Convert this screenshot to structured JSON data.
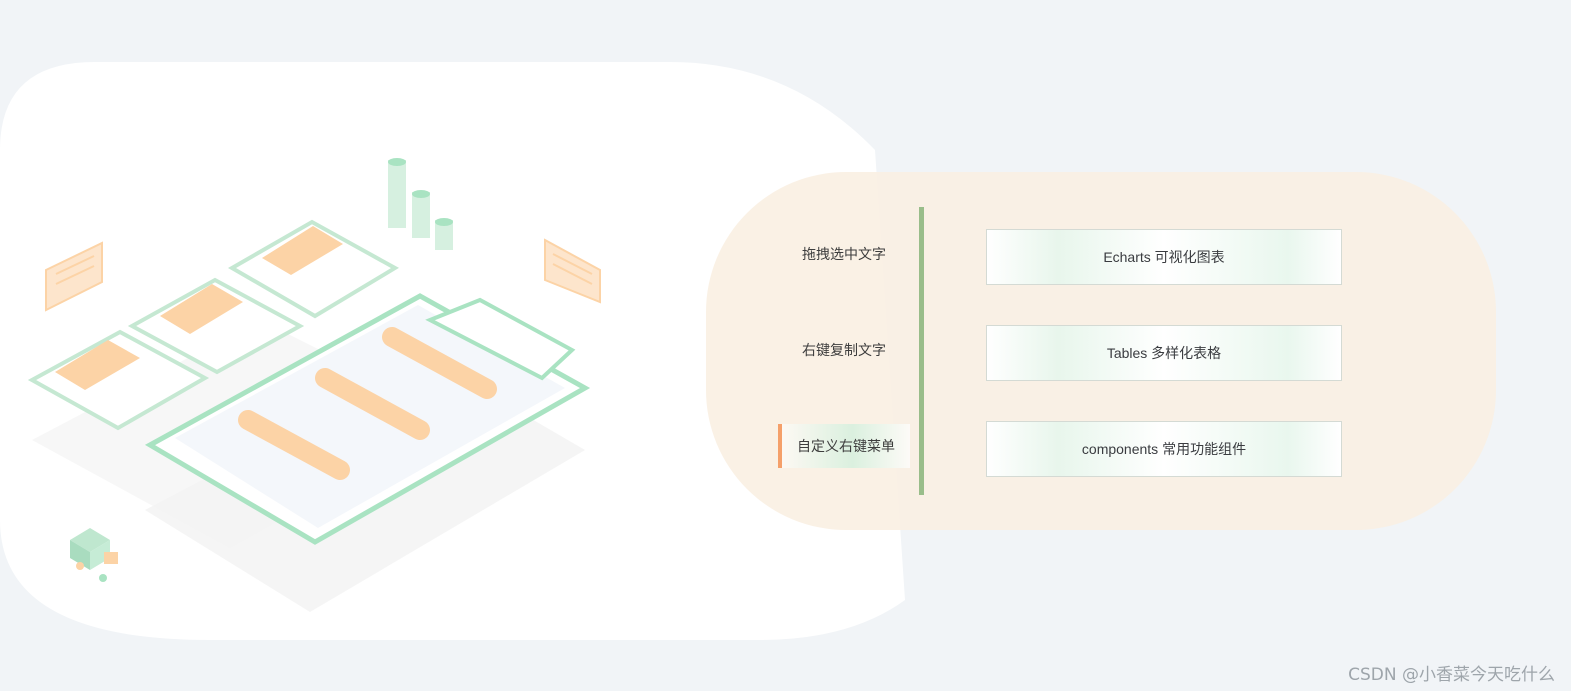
{
  "menu": {
    "items": [
      {
        "label": "拖拽选中文字",
        "active": false
      },
      {
        "label": "右键复制文字",
        "active": false
      },
      {
        "label": "自定义右键菜单",
        "active": true
      }
    ]
  },
  "cards": [
    {
      "label": "Echarts 可视化图表"
    },
    {
      "label": "Tables 多样化表格"
    },
    {
      "label": "components 常用功能组件"
    }
  ],
  "watermark": "CSDN @小香菜今天吃什么",
  "colors": {
    "page_background": "#f1f4f7",
    "panel_background": "#f9f0e2",
    "accent_orange": "#f5a06a",
    "accent_green": "#99bd8a",
    "illustration_green": "#8fd6ae",
    "illustration_orange": "#fcd3a6"
  },
  "illustration": {
    "icon": "isometric-dashboard-illustration"
  }
}
